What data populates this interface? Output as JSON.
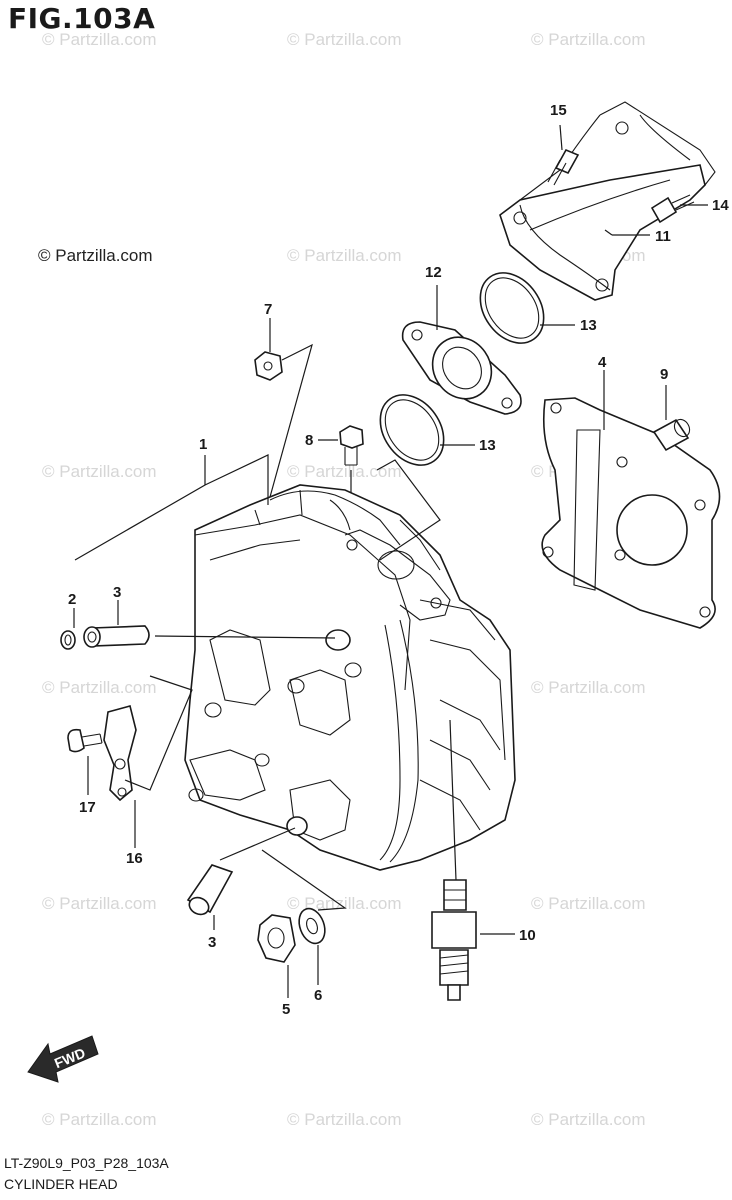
{
  "figure_title": "FIG.103A",
  "watermark_text": "© Partzilla.com",
  "main_watermark": "© Partzilla.com",
  "footer": {
    "code": "LT-Z90L9_P03_P28_103A",
    "name": "CYLINDER HEAD"
  },
  "fwd_label": "FWD",
  "callouts": {
    "c1": "1",
    "c2": "2",
    "c3a": "3",
    "c3b": "3",
    "c4": "4",
    "c5": "5",
    "c6": "6",
    "c7": "7",
    "c8": "8",
    "c9": "9",
    "c10": "10",
    "c11": "11",
    "c12": "12",
    "c13a": "13",
    "c13b": "13",
    "c14": "14",
    "c15": "15",
    "c16": "16",
    "c17": "17"
  }
}
